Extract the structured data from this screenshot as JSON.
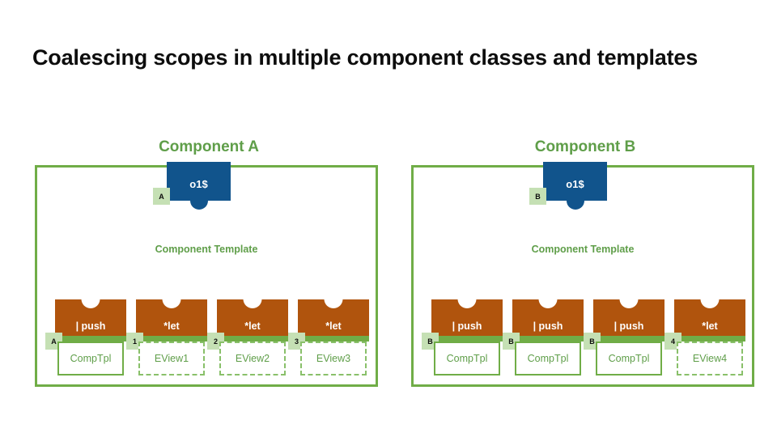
{
  "slide": {
    "title": "Coalescing scopes in multiple component classes and templates",
    "title_color": "#0d0d0d",
    "background": "#ffffff"
  },
  "colors": {
    "green": "#70AD47",
    "green_text": "#5F9E49",
    "green_badge": "#C5E0B4",
    "blue": "#11548C",
    "orange": "#B0540D",
    "white": "#ffffff"
  },
  "panels": [
    {
      "id": "component-a",
      "title": "Component A",
      "template_label": "Component Template",
      "observable": {
        "label": "o1$",
        "badge": "A"
      },
      "cards": [
        {
          "head": "| push",
          "badge": "A",
          "view": {
            "label": "CompTpl",
            "style": "solid"
          }
        },
        {
          "head": "*let",
          "badge": "1",
          "view": {
            "label": "EView1",
            "style": "dashed"
          }
        },
        {
          "head": "*let",
          "badge": "2",
          "view": {
            "label": "EView2",
            "style": "dashed"
          }
        },
        {
          "head": "*let",
          "badge": "3",
          "view": {
            "label": "EView3",
            "style": "dashed"
          }
        }
      ]
    },
    {
      "id": "component-b",
      "title": "Component B",
      "template_label": "Component Template",
      "observable": {
        "label": "o1$",
        "badge": "B"
      },
      "cards": [
        {
          "head": "| push",
          "badge": "B",
          "view": {
            "label": "CompTpl",
            "style": "solid"
          }
        },
        {
          "head": "| push",
          "badge": "B",
          "view": {
            "label": "CompTpl",
            "style": "solid"
          }
        },
        {
          "head": "| push",
          "badge": "B",
          "view": {
            "label": "CompTpl",
            "style": "solid"
          }
        },
        {
          "head": "*let",
          "badge": "4",
          "view": {
            "label": "EView4",
            "style": "dashed"
          }
        }
      ]
    }
  ]
}
